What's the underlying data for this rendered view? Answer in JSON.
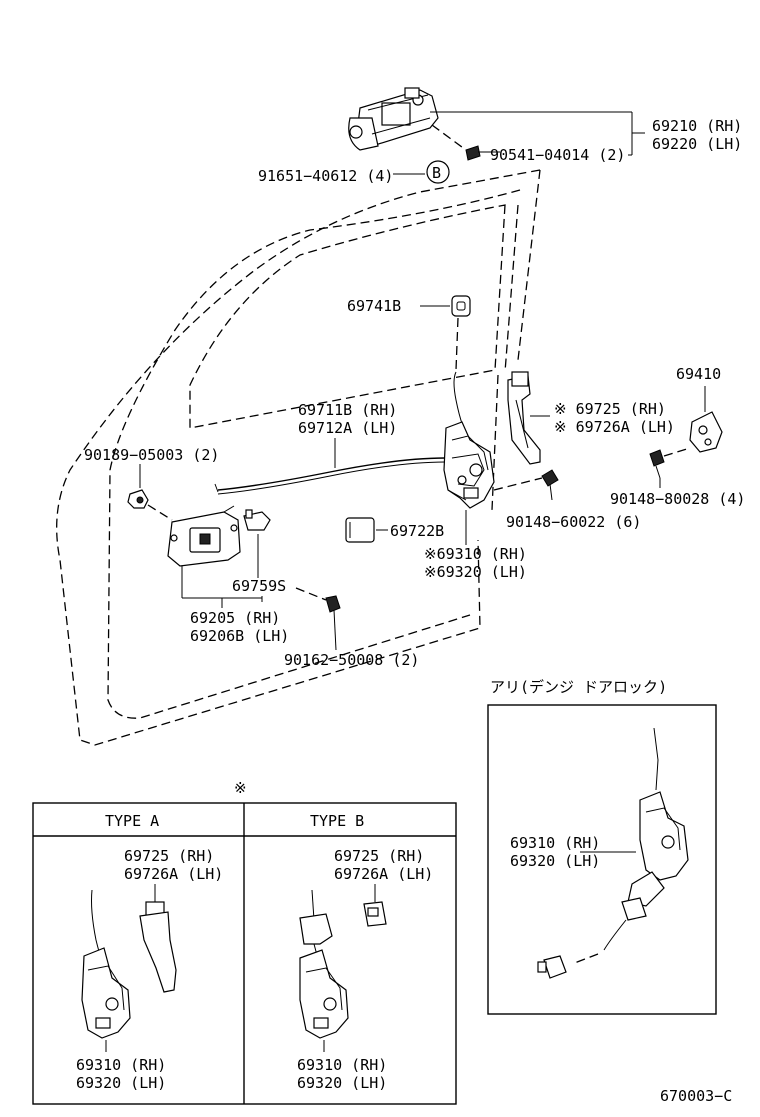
{
  "callouts": {
    "handle_outer_rh": "69210 (RH)",
    "handle_outer_lh": "69220 (LH)",
    "screw_90541": "90541−04014 (2)",
    "screw_91651": "91651−40612 (4)",
    "ref_b": "B",
    "p69741b": "69741B",
    "rod_rh": "69711B (RH)",
    "rod_lh": "69712A (LH)",
    "rod_mark_69725": "※ 69725   (RH)",
    "rod_mark_69726": "※ 69726A (LH)",
    "p69410": "69410",
    "clip_90189": "90189−05003 (2)",
    "screw_90148_80028": "90148−80028 (4)",
    "p69722b": "69722B",
    "screw_90148_60022": "90148−60022 (6)",
    "lock_rh": "※69310 (RH)",
    "lock_lh": "※69320 (LH)",
    "p69759s": "69759S",
    "inner_rh": "69205   (RH)",
    "inner_lh": "69206B (LH)",
    "screw_90162": "90162−50008 (2)"
  },
  "note_mark": "※",
  "type_table": {
    "type_a_header": "TYPE  A",
    "type_b_header": "TYPE  B",
    "a_top_rh": "69725   (RH)",
    "a_top_lh": "69726A (LH)",
    "a_bot_rh": "69310 (RH)",
    "a_bot_lh": "69320 (LH)",
    "b_top_rh": "69725   (RH)",
    "b_top_lh": "69726A (LH)",
    "b_bot_rh": "69310 (RH)",
    "b_bot_lh": "69320 (LH)"
  },
  "power_lock_box": {
    "title": "アリ(デンジ ドアロック)",
    "rh": "69310 (RH)",
    "lh": "69320 (LH)"
  },
  "drawing_number": "670003−C"
}
